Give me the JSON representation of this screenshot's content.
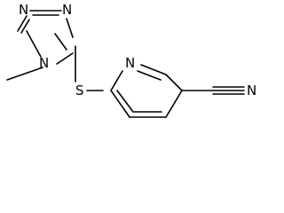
{
  "structure": {
    "atoms": {
      "triazole_n1": "N",
      "triazole_n2": "N",
      "triazole_n4": "N",
      "pyridine_n": "N",
      "sulfur": "S",
      "nitrile_n": "N"
    }
  },
  "colors": {
    "ink": "#000000",
    "background": "#ffffff"
  }
}
